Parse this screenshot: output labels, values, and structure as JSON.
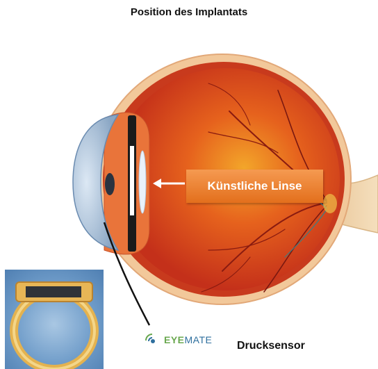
{
  "title": "Position des Implantats",
  "labels": {
    "lens": "Künstliche Linse",
    "sensor": "Drucksensor"
  },
  "brand": {
    "name_part1": "EYE",
    "name_part2": "MATE"
  },
  "colors": {
    "label_box": "#e8782a",
    "eye_red": "#d8401c",
    "brand_green": "#6aa84f",
    "brand_blue": "#2e6f9e"
  }
}
